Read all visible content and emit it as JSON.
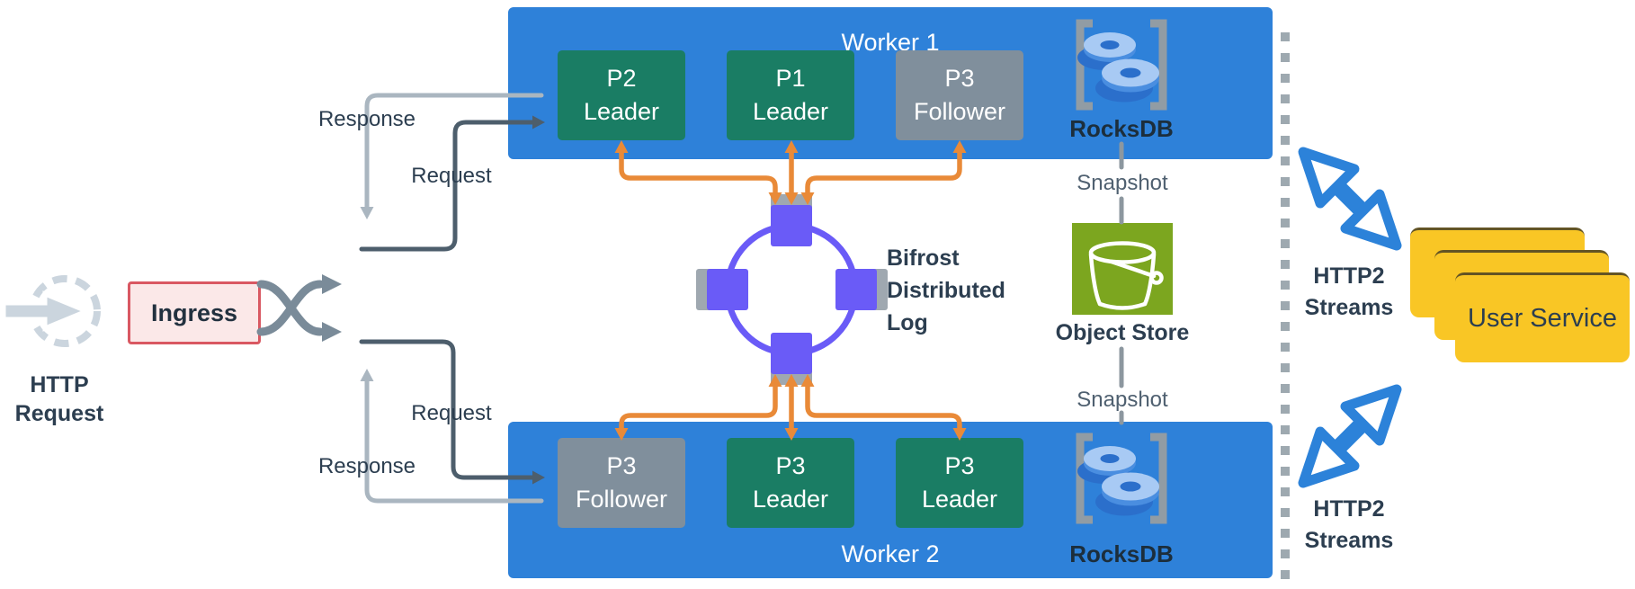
{
  "colors": {
    "worker_blue": "#2E81D9",
    "leader_green": "#1A7D64",
    "follower_gray": "#808F9C",
    "log_purple": "#6A5BF7",
    "arrow_orange": "#E98A38",
    "request_line_dark": "#4D5E6C",
    "response_line_light": "#AAB6C0",
    "label_navy": "#2C3E50",
    "ingress_fill": "#FBE8E8",
    "ingress_border": "#D95862",
    "object_store_green": "#7CA61F",
    "service_yellow": "#F9C625",
    "http2_blue": "#2C82D9",
    "snapshot_line_gray": "#8C979F"
  },
  "ingress": {
    "label": "Ingress",
    "caption_line1": "HTTP",
    "caption_line2": "Request"
  },
  "flow_labels": {
    "top_response": "Response",
    "top_request": "Request",
    "bottom_request": "Request",
    "bottom_response": "Response"
  },
  "workers": [
    {
      "title": "Worker 1",
      "storage_label": "RocksDB",
      "partitions": [
        {
          "id": "P2",
          "role": "Leader"
        },
        {
          "id": "P1",
          "role": "Leader"
        },
        {
          "id": "P3",
          "role": "Follower"
        }
      ]
    },
    {
      "title": "Worker 2",
      "storage_label": "RocksDB",
      "partitions": [
        {
          "id": "P3",
          "role": "Follower"
        },
        {
          "id": "P3",
          "role": "Leader"
        },
        {
          "id": "P3",
          "role": "Leader"
        }
      ]
    }
  ],
  "log": {
    "label_line1": "Bifrost",
    "label_line2": "Distributed",
    "label_line3": "Log"
  },
  "object_store": {
    "label": "Object Store",
    "snapshot_top": "Snapshot",
    "snapshot_bottom": "Snapshot"
  },
  "right_side": {
    "http2_top": {
      "line1": "HTTP2",
      "line2": "Streams"
    },
    "http2_bottom": {
      "line1": "HTTP2",
      "line2": "Streams"
    },
    "user_service": {
      "label": "User Service"
    }
  }
}
